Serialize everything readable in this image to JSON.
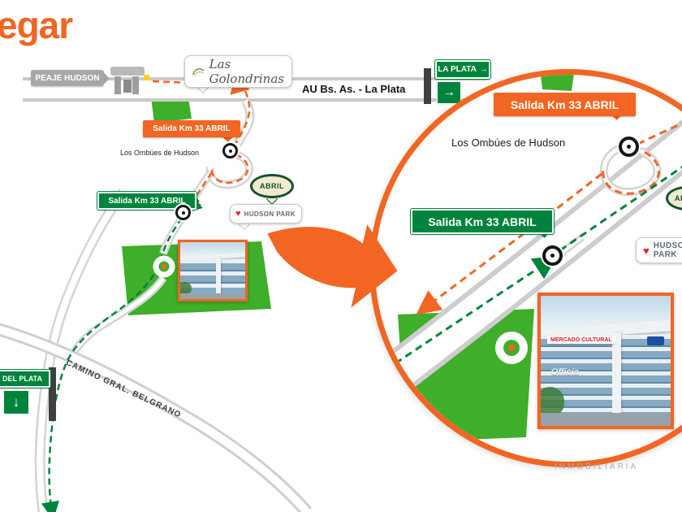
{
  "title": "egar",
  "colors": {
    "accent_orange": "#F26522",
    "sign_green": "#00843D",
    "sign_gray": "#a8a8a8",
    "park_green": "#3FAE2A"
  },
  "map": {
    "peaje_sign": "PEAJE HUDSON",
    "golondrinas_sign": "Las Golondrinas",
    "highway_label": "AU Bs. As. - La Plata",
    "la_plata_sign": "LA PLATA",
    "la_plata_arrow": "→",
    "salida_orange_sign": "Salida Km 33 ABRIL",
    "ombues_label": "Los Ombúes de Hudson",
    "salida_green_sign": "Salida Km 33 ABRIL",
    "abril_badge": "ABRIL",
    "hudson_park_sign": "HUDSON PARK",
    "heart_icon": "♥",
    "camino_label": "CAMINO GRAL. BELGRANO",
    "mar_del_plata_sign": "MAR DEL PLATA",
    "mar_del_plata_arrow": "↓"
  },
  "lens": {
    "salida_orange_sign": "Salida Km 33 ABRIL",
    "ombues_label": "Los Ombúes de Hudson",
    "salida_green_sign": "Salida Km 33 ABRIL",
    "abril_badge": "ABRIL",
    "hudson_park_sign": "HUDSON PARK",
    "heart_icon": "♥",
    "photo": {
      "sign_top": "MERCADO CULTURAL",
      "sign_front": "Officia"
    }
  },
  "watermark": "INMOBILIARIA"
}
